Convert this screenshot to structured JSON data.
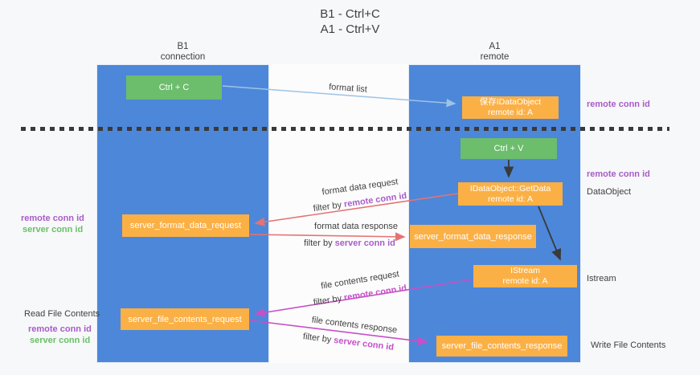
{
  "title": {
    "line1": "B1 - Ctrl+C",
    "line2": "A1 - Ctrl+V"
  },
  "lanes": {
    "left": {
      "name": "B1",
      "subtitle": "connection"
    },
    "right": {
      "name": "A1",
      "subtitle": "remote"
    }
  },
  "nodes": {
    "ctrl_c": {
      "label": "Ctrl + C"
    },
    "ctrl_v": {
      "label": "Ctrl + V"
    },
    "save_idataobject": {
      "line1": "保存IDataObject",
      "line2": "remote id: A"
    },
    "idataobject_getdata": {
      "line1": "IDataObject::GetData",
      "line2": "remote id: A"
    },
    "istream": {
      "line1": "IStream",
      "line2": "remote id: A"
    },
    "server_format_data_request": {
      "label": "server_format_data_request"
    },
    "server_format_data_response": {
      "label": "server_format_data_response"
    },
    "server_file_contents_request": {
      "label": "server_file_contents_request"
    },
    "server_file_contents_response": {
      "label": "server_file_contents_response"
    }
  },
  "edges": {
    "format_list": {
      "label": "format list"
    },
    "format_data_request": {
      "label": "format data request",
      "filter_prefix": "filter by",
      "filter_key": "remote conn id"
    },
    "format_data_response": {
      "label": "format data response",
      "filter_prefix": "filter by",
      "filter_key": "server conn id"
    },
    "file_contents_request": {
      "label": "file contents request",
      "filter_prefix": "filter by",
      "filter_key": "remote conn id"
    },
    "file_contents_response": {
      "label": "file contents response",
      "filter_prefix": "filter by",
      "filter_key": "server conn id"
    }
  },
  "annotations": {
    "right_remote_conn_id_top": "remote conn id",
    "right_remote_conn_id_mid": "remote conn id",
    "right_dataobject": "DataObject",
    "right_istream": "Istream",
    "right_write_file_contents": "Write File Contents",
    "left_remote_conn_id_top": "remote conn id",
    "left_server_conn_id_top": "server conn id",
    "left_read_file_contents": "Read File Contents",
    "left_remote_conn_id_bottom": "remote conn id",
    "left_server_conn_id_bottom": "server conn id"
  },
  "colors": {
    "lane_blue": "#4d87d9",
    "box_green": "#6cbd6c",
    "box_orange": "#fbb045",
    "purple_text": "#a85cc8",
    "green_text": "#6abf69",
    "magenta_arrow": "#c84fc8",
    "salmon_arrow": "#e57373",
    "light_blue_arrow": "#9dc3e6",
    "dark_text": "#3f3f3f"
  }
}
